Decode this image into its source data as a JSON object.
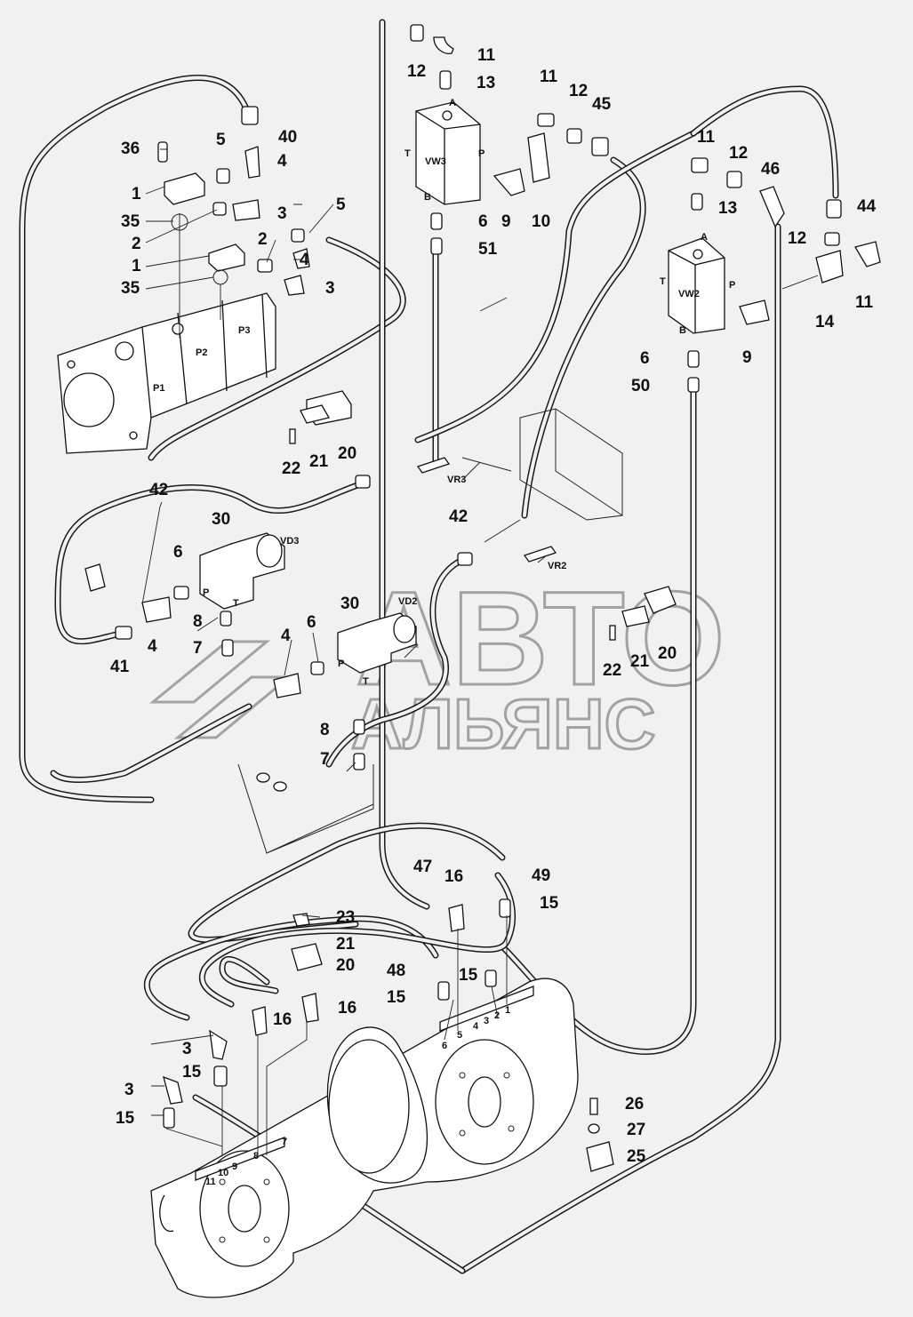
{
  "watermark": {
    "line1": "АВТО",
    "line2": "АЛЬЯНС"
  },
  "component_labels": {
    "pump_section_1": "P1",
    "pump_section_2": "P2",
    "pump_section_3": "P3",
    "valve_vw3": "VW3",
    "valve_vw2": "VW2",
    "valve_vd3": "VD3",
    "valve_vd2": "VD2",
    "valve_vr3": "VR3",
    "valve_vr2": "VR2",
    "port_a": "A",
    "port_b": "B",
    "port_t": "T",
    "port_p": "P"
  },
  "port_numbers": [
    "1",
    "2",
    "3",
    "4",
    "5",
    "6",
    "7",
    "8",
    "9",
    "10",
    "11"
  ],
  "callouts": {
    "c11": "11",
    "c12": "12",
    "c13": "13",
    "c45": "45",
    "c40": "40",
    "c36": "36",
    "c5": "5",
    "c4": "4",
    "c1": "1",
    "c35": "35",
    "c2": "2",
    "c3": "3",
    "c6": "6",
    "c9": "9",
    "c10": "10",
    "c51": "51",
    "c46": "46",
    "c44": "44",
    "c14": "14",
    "c50": "50",
    "c22": "22",
    "c21": "21",
    "c20": "20",
    "c42": "42",
    "c30": "30",
    "c41": "41",
    "c8": "8",
    "c7": "7",
    "c47": "47",
    "c16": "16",
    "c49": "49",
    "c15": "15",
    "c23": "23",
    "c48": "48",
    "c26": "26",
    "c27": "27",
    "c25": "25"
  }
}
